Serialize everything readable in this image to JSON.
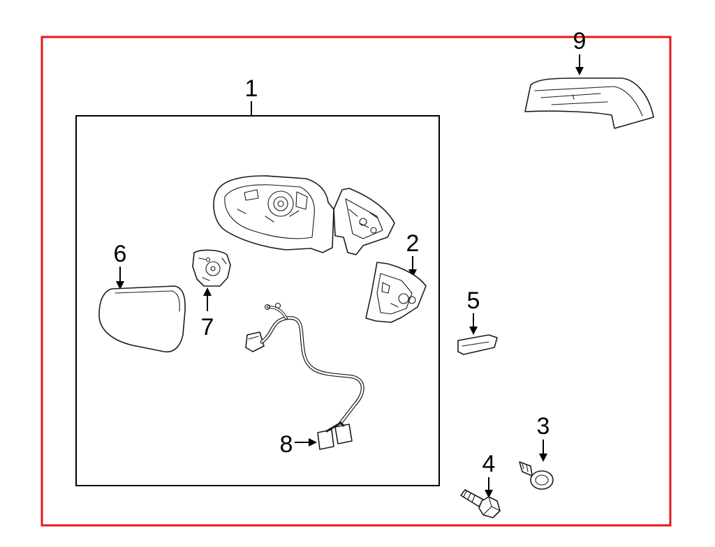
{
  "colors": {
    "outer_frame": "#e8161c",
    "inner_frame": "#000000",
    "line_art": "#1a1a1a",
    "background": "#ffffff"
  },
  "callouts": {
    "assembly": "1",
    "housing_cover": "2",
    "screw": "3",
    "bolt": "4",
    "clip": "5",
    "mirror_glass": "6",
    "actuator": "7",
    "wire_harness": "8",
    "skull_cap": "9"
  }
}
